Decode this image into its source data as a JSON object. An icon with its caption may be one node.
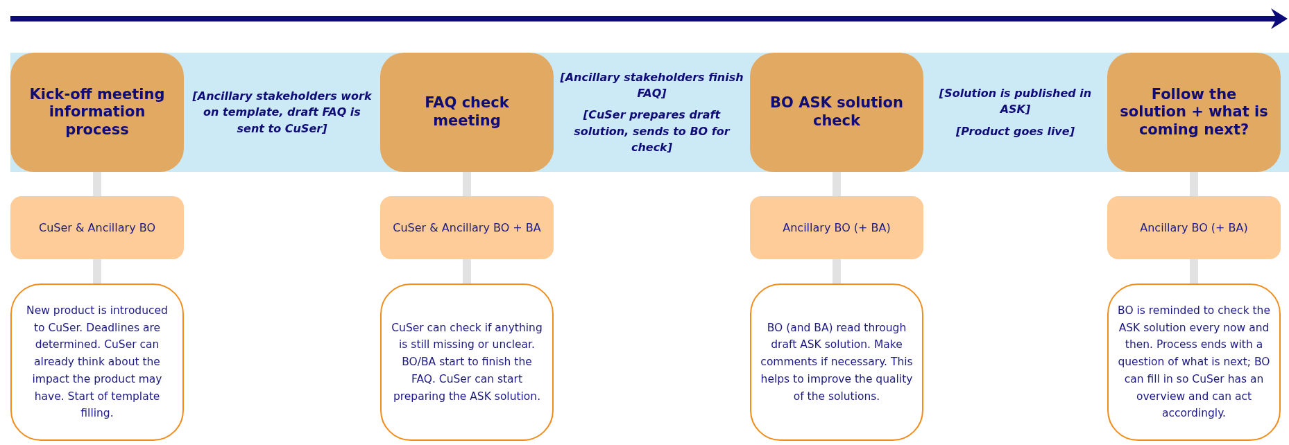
{
  "diagram": {
    "nodes": [
      {
        "text": [
          "Kick-off meeting information process"
        ]
      },
      {
        "text": [
          "FAQ check meeting"
        ]
      },
      {
        "text": [
          "BO ASK solution check"
        ]
      },
      {
        "text": [
          "Follow the solution + what is coming next?"
        ]
      },
      {
        "text": [
          "CuSer & Ancillary BO"
        ]
      },
      {
        "text": [
          "CuSer & Ancillary BO + BA"
        ]
      },
      {
        "text": [
          "Ancillary BO (+ BA)"
        ]
      },
      {
        "text": [
          "Ancillary BO (+ BA)"
        ]
      },
      {
        "text": [
          "New product is introduced to CuSer. Deadlines are determined. CuSer can already think about the impact the product may have. Start of template filling."
        ]
      },
      {
        "text": [
          "CuSer can check if anything is still missing or unclear. BO/BA start to finish the FAQ. CuSer can start preparing the ASK solution."
        ]
      },
      {
        "text": [
          "BO (and BA) read through draft ASK solution. Make comments if necessary. This helps to improve the quality of the solutions."
        ]
      },
      {
        "text": [
          "BO is reminded to check the ASK solution every now and then. Process ends with a question of what is next; BO can fill in so CuSer has an overview and can act accordingly."
        ]
      }
    ],
    "edges": [
      {
        "from": 0,
        "to": 4,
        "arrow": "none"
      },
      {
        "from": 4,
        "to": 8,
        "arrow": "none"
      },
      {
        "from": 1,
        "to": 5,
        "arrow": "none"
      },
      {
        "from": 5,
        "to": 9,
        "arrow": "none"
      },
      {
        "from": 2,
        "to": 6,
        "arrow": "none"
      },
      {
        "from": 6,
        "to": 10,
        "arrow": "none"
      },
      {
        "from": 3,
        "to": 7,
        "arrow": "none"
      },
      {
        "from": 7,
        "to": 11,
        "arrow": "none"
      }
    ],
    "labels": [
      "[Ancillary stakeholders work on template, draft FAQ is sent to CuSer]",
      "[Ancillary stakeholders finish FAQ]",
      "[CuSer prepares draft solution, sends to BO for check]",
      "[Solution is published in ASK]",
      "[Product goes live]"
    ]
  }
}
